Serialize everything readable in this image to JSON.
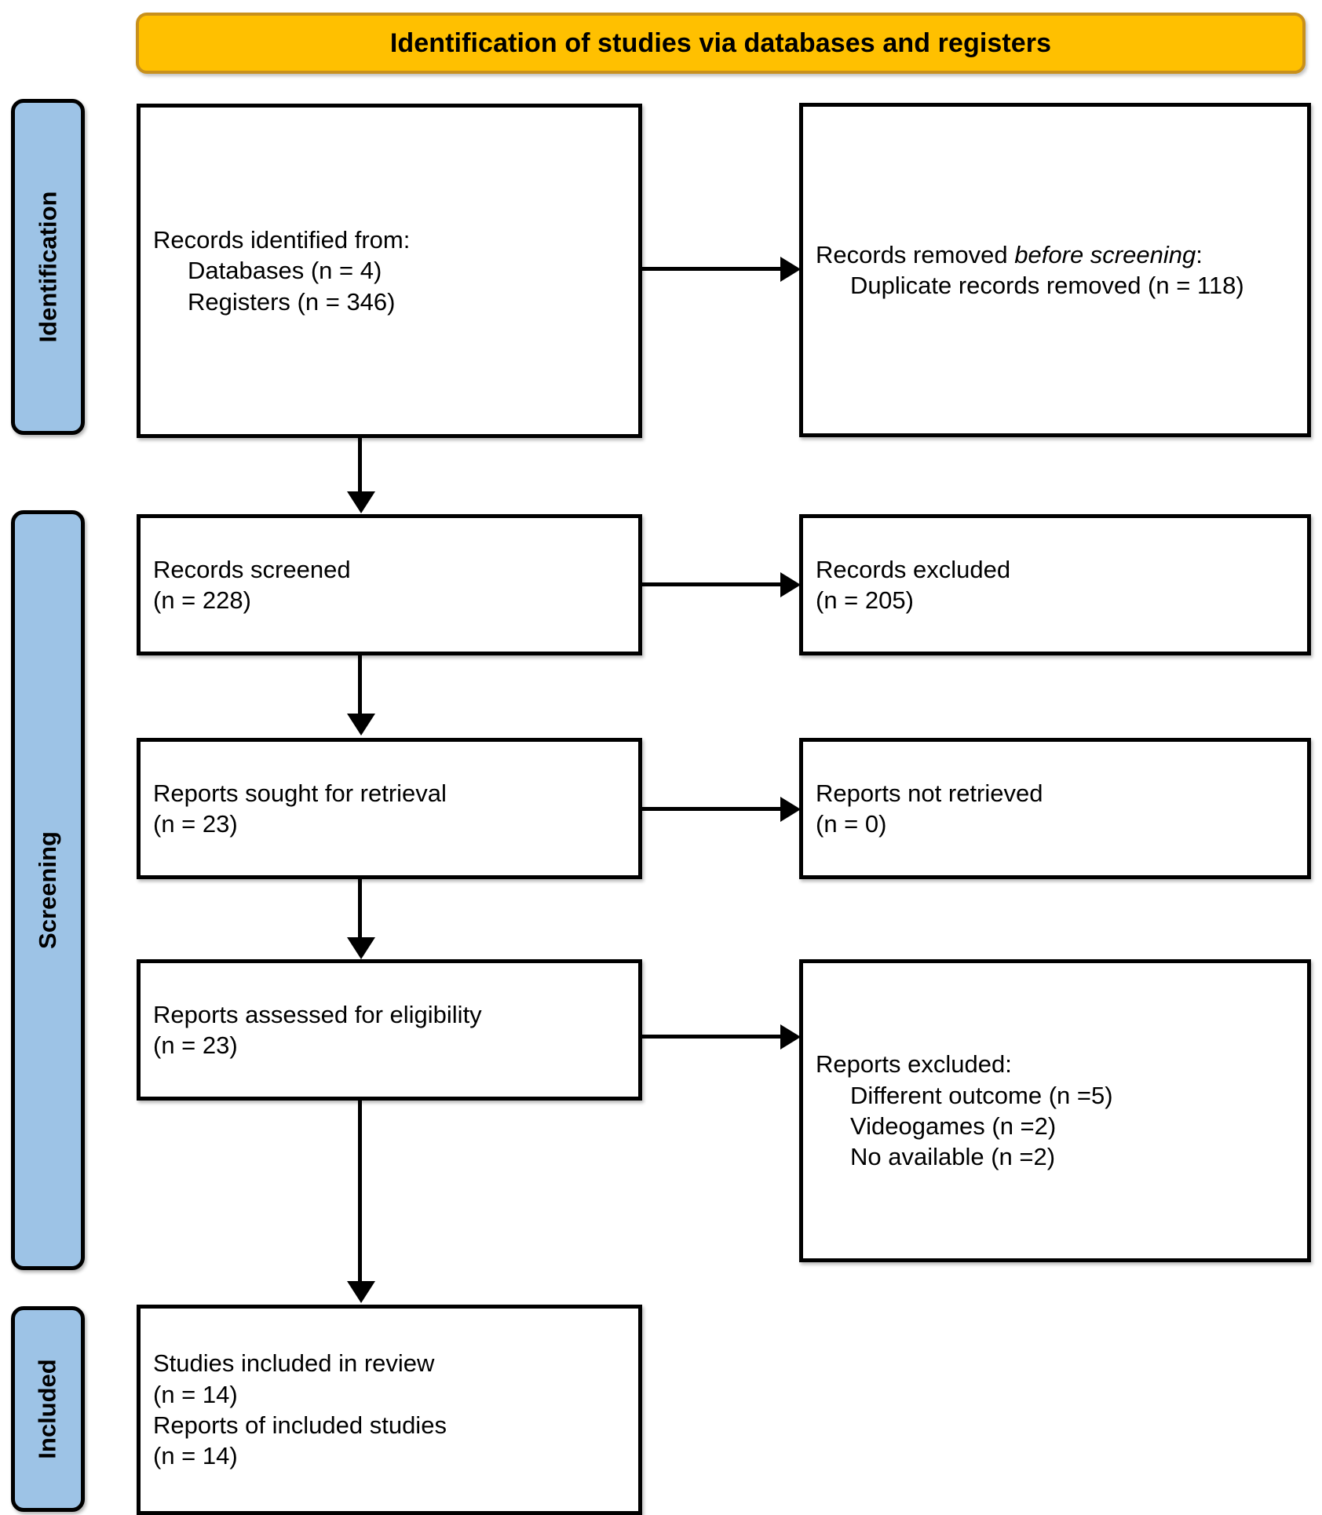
{
  "banner": {
    "title": "Identification of studies via databases and registers",
    "fill_color": "#ffc000",
    "border_color": "#c8901c"
  },
  "stages": {
    "fill_color": "#9dc3e6",
    "border_color": "#000000",
    "identification": "Identification",
    "screening": "Screening",
    "included": "Included"
  },
  "boxes": {
    "identified": {
      "line1": "Records identified from:",
      "line2": "Databases (n = 4)",
      "line3": "Registers (n = 346)"
    },
    "removed_before_screening": {
      "line1_plain": "Records removed ",
      "line1_italic": "before screening",
      "line1_colon": ":",
      "line2": "Duplicate records removed (n = 118)"
    },
    "records_screened": {
      "line1": "Records screened",
      "line2": "(n = 228)"
    },
    "records_excluded": {
      "line1": "Records excluded",
      "line2": "(n = 205)"
    },
    "reports_sought": {
      "line1": "Reports sought for retrieval",
      "line2": "(n = 23)"
    },
    "reports_not_retrieved": {
      "line1": "Reports not retrieved",
      "line2": "(n = 0)"
    },
    "reports_assessed": {
      "line1": "Reports assessed for eligibility",
      "line2": "(n = 23)"
    },
    "reports_excluded": {
      "line1": "Reports excluded:",
      "line2": "Different outcome (n =5)",
      "line3": "Videogames (n =2)",
      "line4": "No available (n =2)"
    },
    "studies_included": {
      "line1": "Studies included in review",
      "line2": "(n = 14)",
      "line3": "Reports of included studies",
      "line4": "(n = 14)"
    }
  },
  "chart_data": {
    "type": "diagram",
    "title": "Identification of studies via databases and registers",
    "flow": [
      {
        "stage": "Identification",
        "node": "Records identified from databases",
        "n": 4
      },
      {
        "stage": "Identification",
        "node": "Records identified from registers",
        "n": 346
      },
      {
        "stage": "Identification",
        "node": "Duplicate records removed before screening",
        "n": 118
      },
      {
        "stage": "Screening",
        "node": "Records screened",
        "n": 228
      },
      {
        "stage": "Screening",
        "node": "Records excluded",
        "n": 205
      },
      {
        "stage": "Screening",
        "node": "Reports sought for retrieval",
        "n": 23
      },
      {
        "stage": "Screening",
        "node": "Reports not retrieved",
        "n": 0
      },
      {
        "stage": "Screening",
        "node": "Reports assessed for eligibility",
        "n": 23
      },
      {
        "stage": "Screening",
        "node": "Reports excluded: Different outcome",
        "n": 5
      },
      {
        "stage": "Screening",
        "node": "Reports excluded: Videogames",
        "n": 2
      },
      {
        "stage": "Screening",
        "node": "Reports excluded: No available",
        "n": 2
      },
      {
        "stage": "Included",
        "node": "Studies included in review",
        "n": 14
      },
      {
        "stage": "Included",
        "node": "Reports of included studies",
        "n": 14
      }
    ]
  }
}
